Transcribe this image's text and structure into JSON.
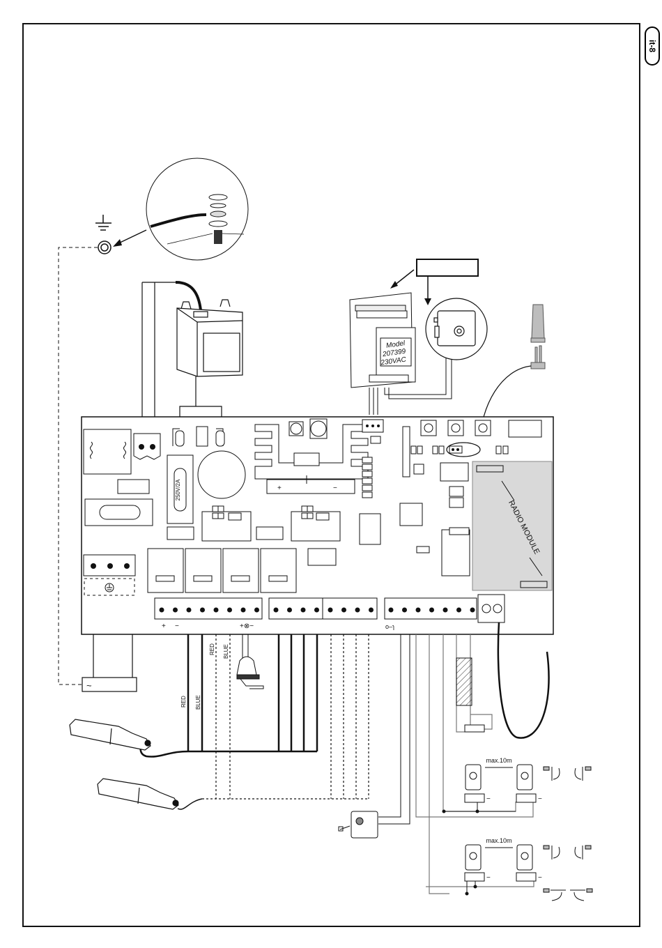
{
  "page": {
    "page_label": "it-8"
  },
  "diagram": {
    "title_box": "",
    "electric_lock_module": {
      "model_line1": "Model",
      "model_line2": "207399",
      "model_line3": "230VAC"
    },
    "fuse_label": "250V/2A",
    "radio_module_label": "RADIO MODULE",
    "heatsink_plus": "+",
    "heatsink_minus": "−",
    "terminal_motor_plus": "+",
    "terminal_motor_minus": "−",
    "terminal_lamp_label": "+⊗−",
    "key_switch_terminal_label": "o‒ɿ",
    "wire_labels": {
      "red_motor1": "RED",
      "blue_motor1": "BLUE",
      "red_motor2": "RED",
      "blue_motor2": "BLUE"
    },
    "transformer_symbol": "~",
    "photocells_top": {
      "distance_label": "max.10m",
      "terminal_minus": "−"
    },
    "photocells_bottom": {
      "distance_label": "max.10m",
      "terminal_minus": "−"
    }
  },
  "colors": {
    "line": "#111111",
    "radio_module_fill": "#d9d9d9",
    "jumper_fill": "#bdbdbd",
    "grey_wire": "#777777"
  }
}
